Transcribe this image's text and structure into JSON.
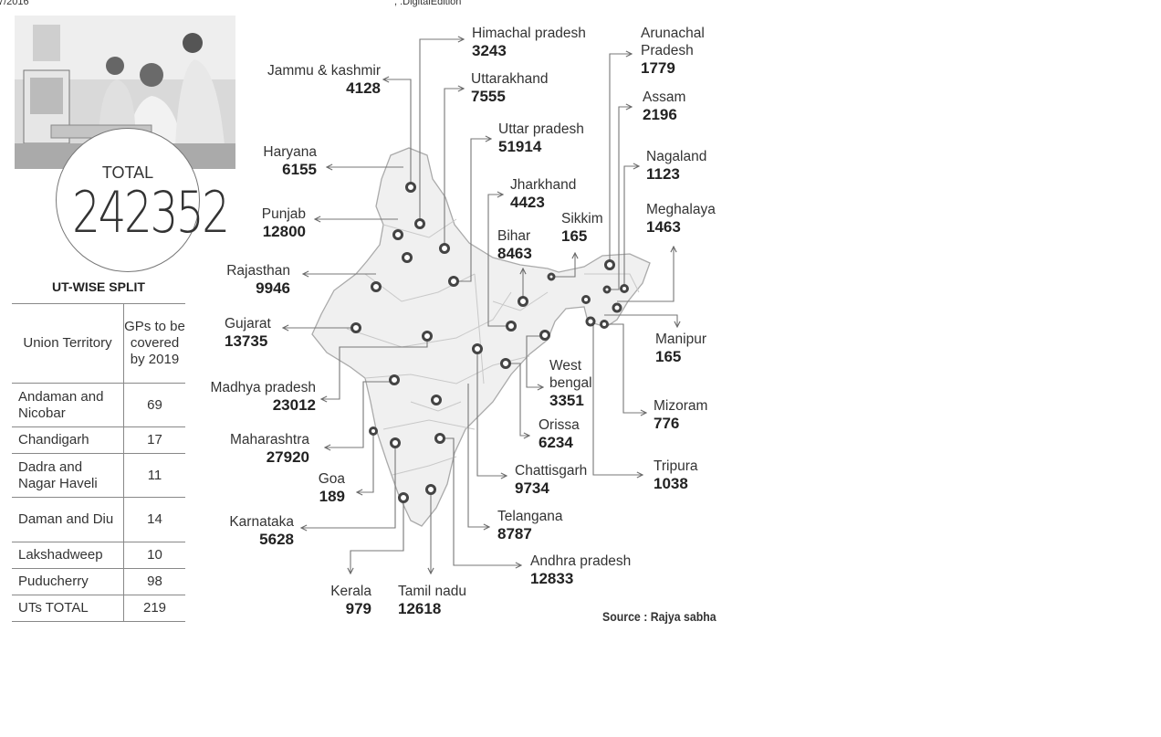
{
  "header": {
    "left": "7/2016",
    "center": ", .DigitalEdition"
  },
  "total": {
    "label": "TOTAL",
    "value": "242352"
  },
  "ut_table": {
    "title": "UT-WISE SPLIT",
    "col1": "Union Territory",
    "col2": "GPs to be covered by 2019",
    "rows": [
      {
        "name": "Andaman and Nicobar",
        "value": "69"
      },
      {
        "name": "Chandigarh",
        "value": "17"
      },
      {
        "name": "Dadra and Nagar Haveli",
        "value": "11"
      },
      {
        "name": "Daman and Diu",
        "value": "14"
      },
      {
        "name": "Lakshadweep",
        "value": "10"
      },
      {
        "name": "Puducherry",
        "value": "98"
      },
      {
        "name": "UTs TOTAL",
        "value": "219"
      }
    ]
  },
  "states": {
    "jk": {
      "name": "Jammu & kashmir",
      "value": "4128"
    },
    "hp": {
      "name": "Himachal pradesh",
      "value": "3243"
    },
    "uk": {
      "name": "Uttarakhand",
      "value": "7555"
    },
    "up": {
      "name": "Uttar pradesh",
      "value": "51914"
    },
    "hr": {
      "name": "Haryana",
      "value": "6155"
    },
    "pb": {
      "name": "Punjab",
      "value": "12800"
    },
    "rj": {
      "name": "Rajasthan",
      "value": "9946"
    },
    "gj": {
      "name": "Gujarat",
      "value": "13735"
    },
    "mp": {
      "name": "Madhya pradesh",
      "value": "23012"
    },
    "mh": {
      "name": "Maharashtra",
      "value": "27920"
    },
    "goa": {
      "name": "Goa",
      "value": "189"
    },
    "ka": {
      "name": "Karnataka",
      "value": "5628"
    },
    "kl": {
      "name": "Kerala",
      "value": "979"
    },
    "tn": {
      "name": "Tamil nadu",
      "value": "12618"
    },
    "ap": {
      "name": "Andhra pradesh",
      "value": "12833"
    },
    "tg": {
      "name": "Telangana",
      "value": "8787"
    },
    "cg": {
      "name": "Chattisgarh",
      "value": "9734"
    },
    "or": {
      "name": "Orissa",
      "value": "6234"
    },
    "wb": {
      "name": "West bengal",
      "value": "3351"
    },
    "jh": {
      "name": "Jharkhand",
      "value": "4423"
    },
    "br": {
      "name": "Bihar",
      "value": "8463"
    },
    "sk": {
      "name": "Sikkim",
      "value": "165"
    },
    "ar": {
      "name": "Arunachal Pradesh",
      "value": "1779"
    },
    "as": {
      "name": "Assam",
      "value": "2196"
    },
    "nl": {
      "name": "Nagaland",
      "value": "1123"
    },
    "ml": {
      "name": "Meghalaya",
      "value": "1463"
    },
    "mn": {
      "name": "Manipur",
      "value": "165"
    },
    "mz": {
      "name": "Mizoram",
      "value": "776"
    },
    "tr": {
      "name": "Tripura",
      "value": "1038"
    }
  },
  "source": "Source : Rajya sabha"
}
